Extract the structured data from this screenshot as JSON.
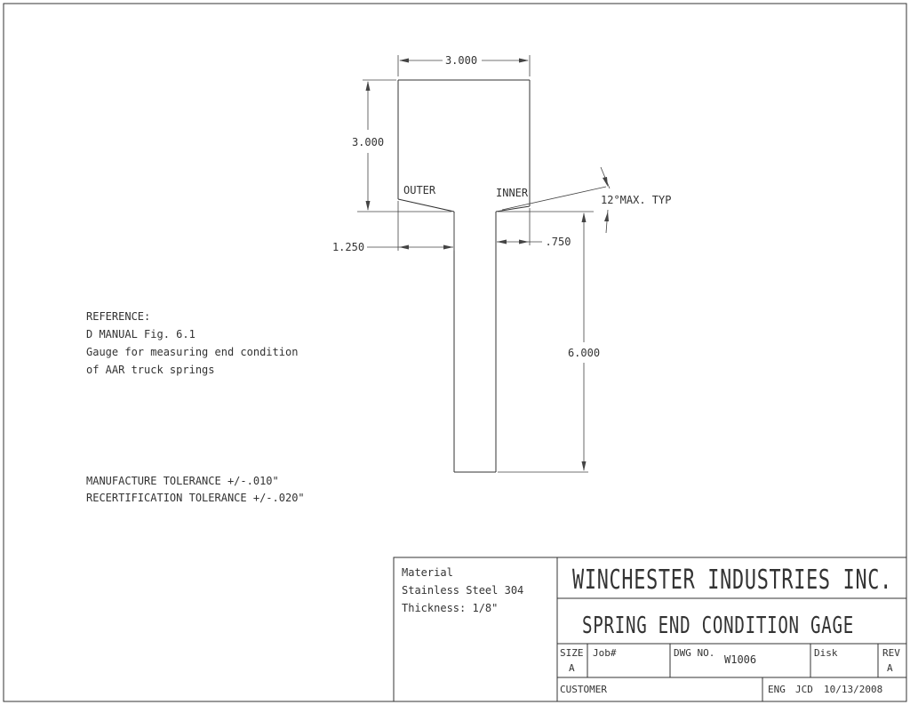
{
  "dimensions": {
    "top_width": "3.000",
    "head_height": "3.000",
    "outer_step": "1.250",
    "inner_step": ".750",
    "stem_length": "6.000",
    "angle": "12°MAX. TYP"
  },
  "labels": {
    "outer": "OUTER",
    "inner": "INNER"
  },
  "reference": {
    "lines": [
      "REFERENCE:",
      "D MANUAL Fig. 6.1",
      "Gauge for measuring end condition",
      "of AAR truck springs"
    ]
  },
  "tolerances": {
    "lines": [
      "MANUFACTURE TOLERANCE +/-.010\"",
      "RECERTIFICATION TOLERANCE +/-.020\""
    ]
  },
  "title_block": {
    "material_lines": [
      "Material",
      "Stainless Steel 304",
      "Thickness: 1/8\""
    ],
    "company": "WINCHESTER INDUSTRIES INC.",
    "title": "SPRING END CONDITION GAGE",
    "size_label": "SIZE",
    "size_value": "A",
    "job_label": "Job#",
    "dwg_label": "DWG NO.",
    "dwg_value": "W1006",
    "disk_label": "Disk",
    "rev_label": "REV",
    "rev_value": "A",
    "customer_label": "CUSTOMER",
    "eng_label": "ENG",
    "eng_initials": "JCD",
    "date": "10/13/2008"
  }
}
